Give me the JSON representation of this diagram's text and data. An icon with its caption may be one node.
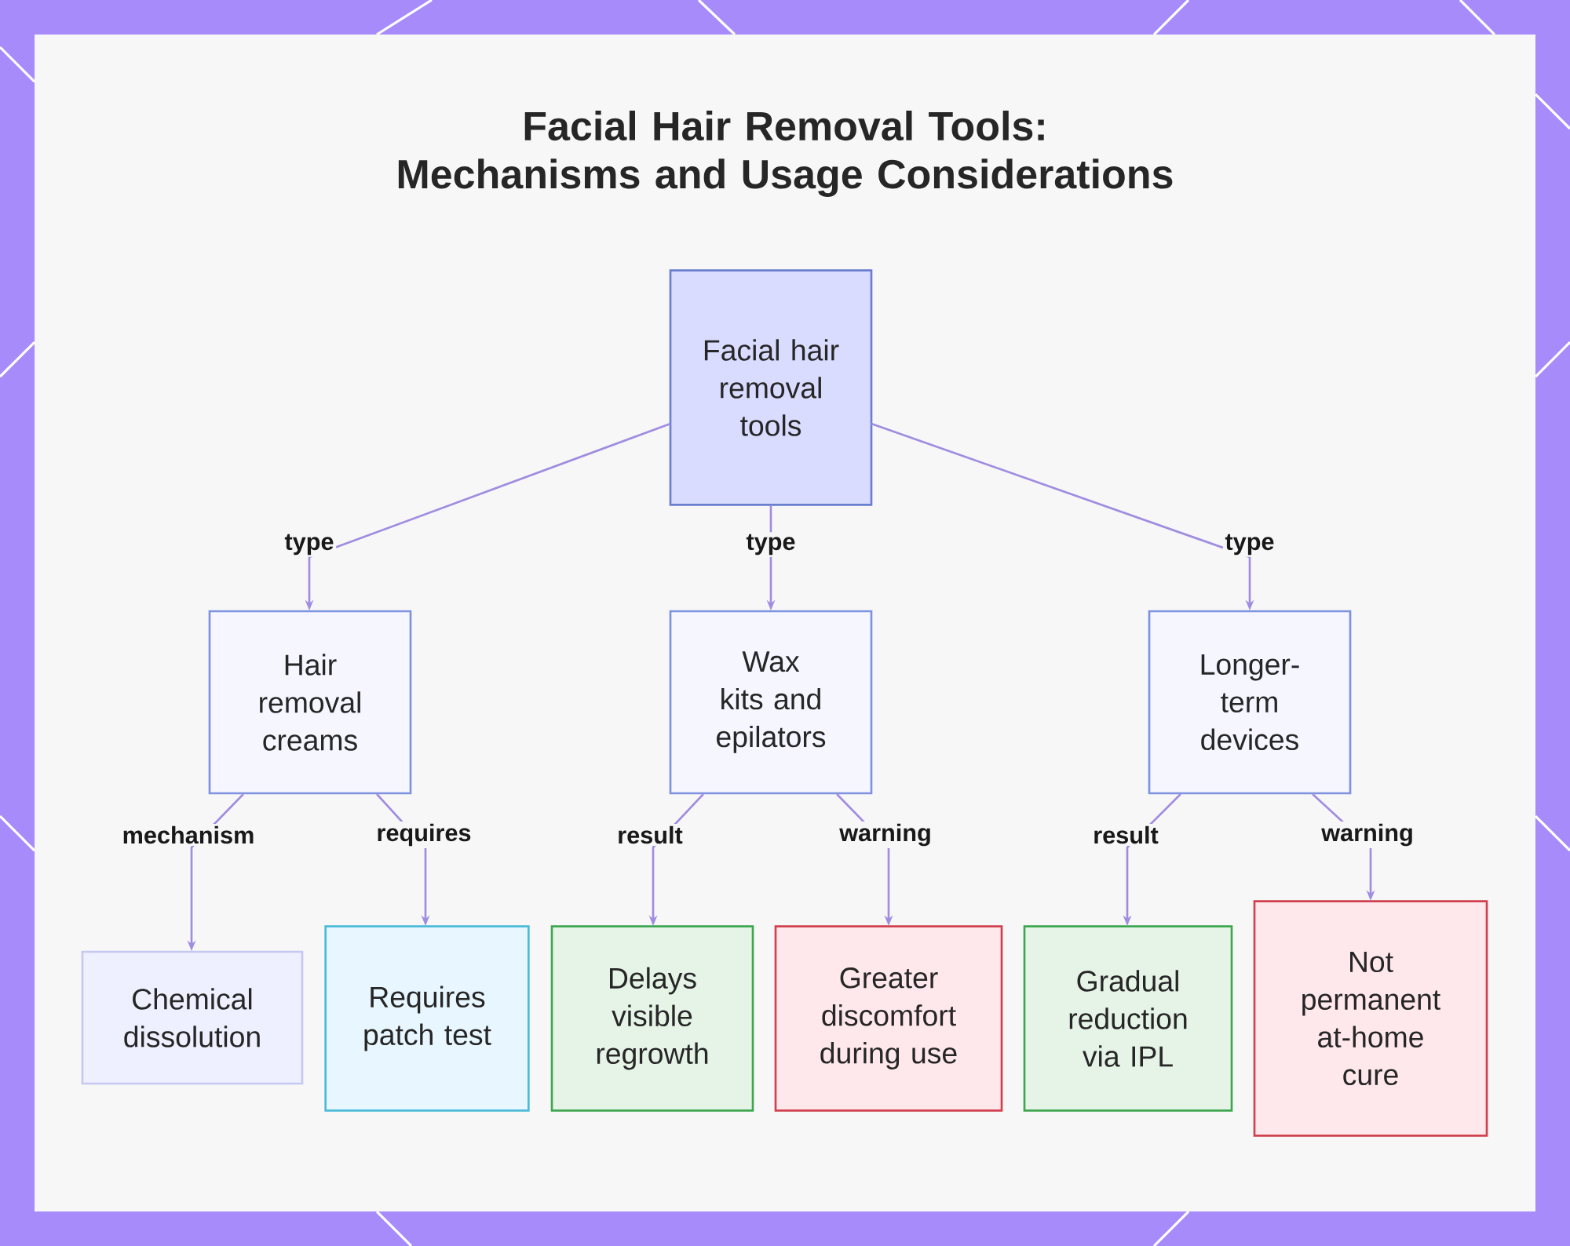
{
  "diagram": {
    "title": "Facial Hair Removal Tools: Mechanisms and Usage Considerations",
    "nodes": [
      {
        "text": [
          "Facial hair removal tools"
        ]
      },
      {
        "text": [
          "Hair removal creams"
        ]
      },
      {
        "text": [
          "Wax kits and epilators"
        ]
      },
      {
        "text": [
          "Longer-term devices"
        ]
      },
      {
        "text": [
          "Chemical dissolution"
        ]
      },
      {
        "text": [
          "Requires patch test"
        ]
      },
      {
        "text": [
          "Delays visible regrowth"
        ]
      },
      {
        "text": [
          "Greater discomfort during use"
        ]
      },
      {
        "text": [
          "Gradual reduction via IPL"
        ]
      },
      {
        "text": [
          "Not permanent at-home cure"
        ]
      }
    ],
    "edges": [
      {
        "from": 0,
        "to": 1,
        "arrow": "to",
        "label": "type"
      },
      {
        "from": 0,
        "to": 2,
        "arrow": "to",
        "label": "type"
      },
      {
        "from": 0,
        "to": 3,
        "arrow": "to",
        "label": "type"
      },
      {
        "from": 1,
        "to": 4,
        "arrow": "to",
        "label": "mechanism"
      },
      {
        "from": 1,
        "to": 5,
        "arrow": "to",
        "label": "requires"
      },
      {
        "from": 2,
        "to": 6,
        "arrow": "to",
        "label": "result"
      },
      {
        "from": 2,
        "to": 7,
        "arrow": "to",
        "label": "warning"
      },
      {
        "from": 3,
        "to": 8,
        "arrow": "to",
        "label": "result"
      },
      {
        "from": 3,
        "to": 9,
        "arrow": "to",
        "label": "warning"
      }
    ]
  }
}
